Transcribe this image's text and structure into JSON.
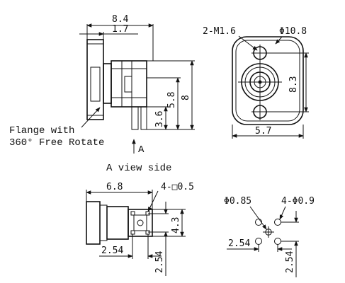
{
  "side_view": {
    "dim_width_total": "8.4",
    "dim_flange": "1.7",
    "dim_height_outer": "8",
    "dim_height_mid": "5.8",
    "dim_height_pin": "3.6",
    "flange_note_line1": "Flange with",
    "flange_note_line2": "360° Free Rotate",
    "view_arrow_letter": "A",
    "view_caption": "A view side"
  },
  "front_view": {
    "dim_holes": "2-M1.6",
    "dim_diameter": "Φ10.8",
    "dim_height": "8.3",
    "dim_width": "5.7"
  },
  "bottom_view": {
    "dim_length": "6.8",
    "dim_pad": "4-□0.5",
    "dim_height": "4.3",
    "dim_pitch_x": "2.54",
    "dim_pitch_y": "2.54"
  },
  "footprint": {
    "dim_center_hole": "Φ0.85",
    "dim_pin_holes": "4-Φ0.9",
    "dim_pitch_x": "2.54",
    "dim_pitch_y": "2.54"
  }
}
